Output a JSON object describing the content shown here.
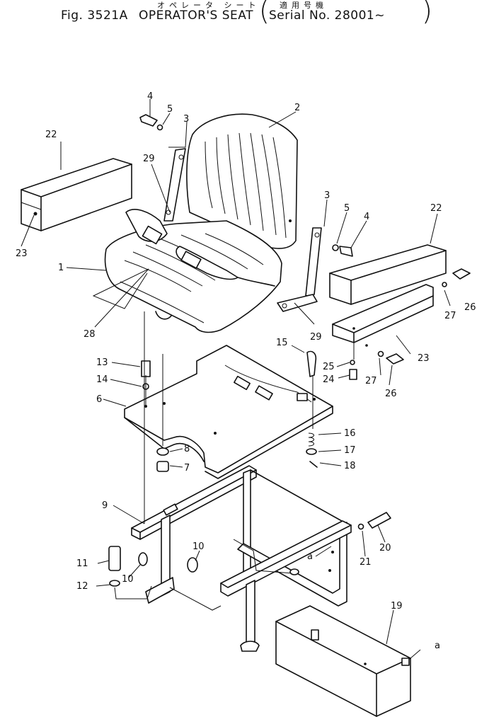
{
  "header": {
    "kana_title": "オペレータ シート",
    "kana_applies": "適用号機",
    "fig_label": "Fig. 3521A",
    "title": "OPERATOR'S SEAT",
    "serial": "Serial No. 28001~"
  },
  "callouts": {
    "c1": "1",
    "c2": "2",
    "c3a": "3",
    "c3b": "3",
    "c4a": "4",
    "c4b": "4",
    "c5a": "5",
    "c5b": "5",
    "c6": "6",
    "c7": "7",
    "c8": "8",
    "c9": "9",
    "c10a": "10",
    "c10b": "10",
    "c11": "11",
    "c12": "12",
    "c13": "13",
    "c14": "14",
    "c15": "15",
    "c16": "16",
    "c17": "17",
    "c18": "18",
    "c19": "19",
    "c20": "20",
    "c21": "21",
    "c22a": "22",
    "c22b": "22",
    "c23a": "23",
    "c23b": "23",
    "c24": "24",
    "c25": "25",
    "c26a": "26",
    "c26b": "26",
    "c27a": "27",
    "c27b": "27",
    "c28": "28",
    "c29a": "29",
    "c29b": "29",
    "ca1": "a",
    "ca2": "a"
  }
}
